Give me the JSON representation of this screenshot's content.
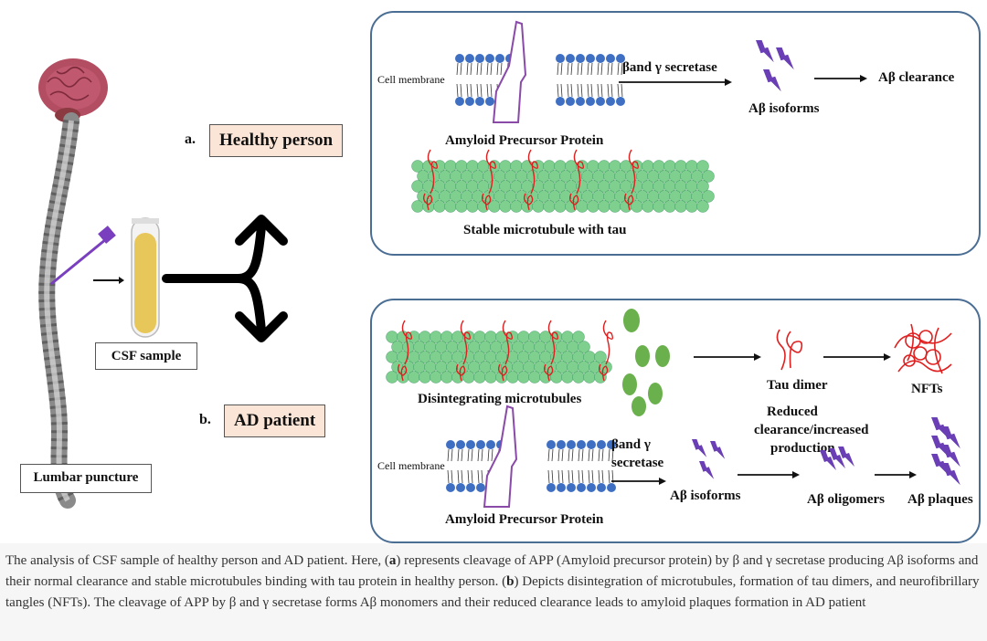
{
  "figure": {
    "left": {
      "lumbar_label": "Lumbar puncture",
      "csf_label": "CSF sample",
      "branch_a_letter": "a.",
      "branch_a_label": "Healthy person",
      "branch_b_letter": "b.",
      "branch_b_label": "AD patient"
    },
    "panel_a": {
      "cell_membrane": "Cell membrane",
      "app_label": "Amyloid Precursor Protein",
      "secretase_label": "βand γ secretase",
      "isoforms_label": "Aβ isoforms",
      "clearance_label": "Aβ clearance",
      "microtubule_label": "Stable microtubule with tau"
    },
    "panel_b": {
      "microtubule_label": "Disintegrating microtubules",
      "tau_dimer_label": "Tau dimer",
      "nfts_label": "NFTs",
      "cell_membrane": "Cell membrane",
      "app_label": "Amyloid Precursor Protein",
      "secretase_line1": "βand γ",
      "secretase_line2": "secretase",
      "isoforms_label": "Aβ isoforms",
      "reduced_line1": "Reduced",
      "reduced_line2": "clearance/increased",
      "reduced_line3": "production",
      "oligomers_label": "Aβ oligomers",
      "plaques_label": "Aβ plaques"
    },
    "colors": {
      "panel_border": "#4a6d94",
      "label_fill": "#fbe5d6",
      "membrane_blue": "#3f6fc2",
      "abeta_purple": "#6a3fb5",
      "tau_red": "#e02020",
      "microtubule_green": "#4caf68",
      "csf_yellow": "#e8c75a",
      "brain_pink": "#b04a5c"
    }
  },
  "caption": {
    "p1": "The analysis of CSF sample of healthy person and AD patient. Here, (",
    "a": "a",
    "p2": ") represents cleavage of APP (Amyloid precursor protein) by β and γ secretase producing Aβ isoforms and their normal clearance and stable microtubules binding with tau protein in healthy person. (",
    "b": "b",
    "p3": ") Depicts disintegration of microtubules, formation of tau dimers, and neurofibrillary tangles (NFTs). The cleavage of APP by β and γ secretase forms Aβ monomers and their reduced clearance leads to amyloid plaques formation in AD patient"
  }
}
